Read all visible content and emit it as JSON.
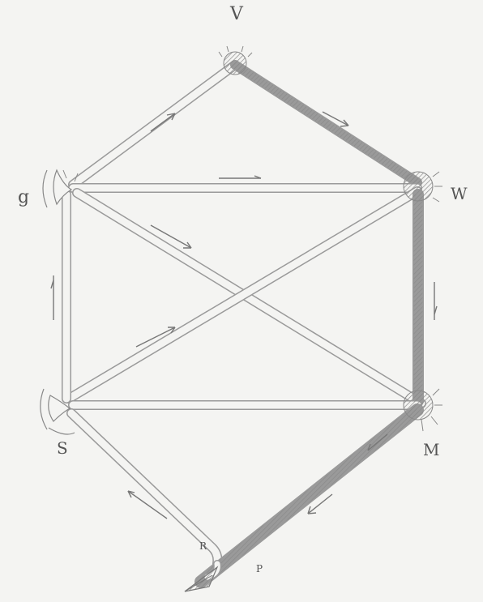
{
  "labels": {
    "top": "V",
    "upper_right": "W",
    "upper_left": "g",
    "lower_left": "S",
    "lower_right": "M",
    "junction": "R",
    "outlet": "P"
  },
  "colors": {
    "background": "#f4f4f2",
    "line": "#9a9a9a",
    "hatch": "#8a8a8a"
  }
}
